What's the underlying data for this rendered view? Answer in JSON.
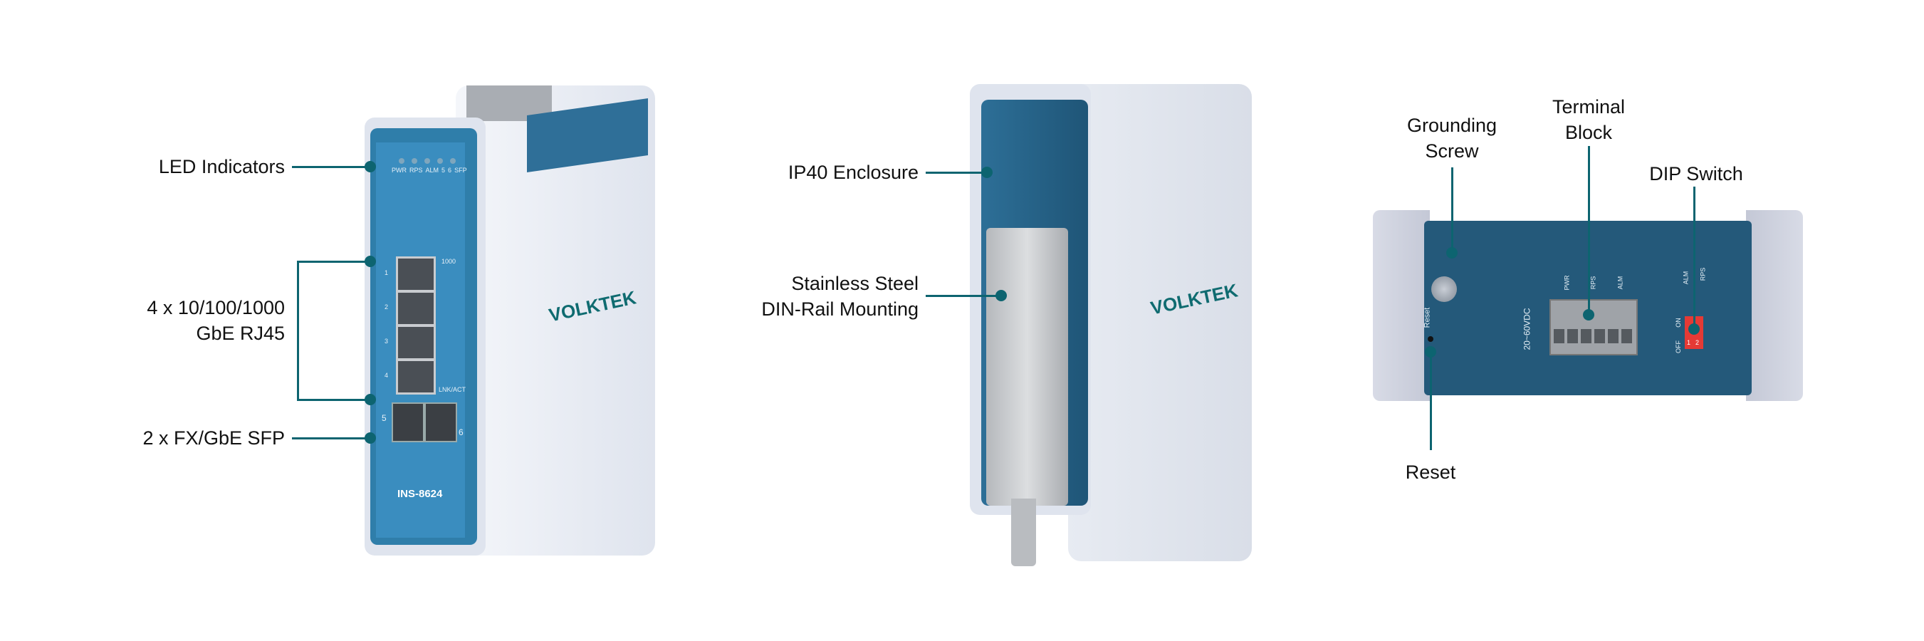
{
  "callouts": {
    "led_indicators": "LED Indicators",
    "rj45_line1": "4 x 10/100/1000",
    "rj45_line2": "GbE RJ45",
    "sfp": "2 x FX/GbE SFP",
    "enclosure": "IP40 Enclosure",
    "din_line1": "Stainless Steel",
    "din_line2": "DIN-Rail Mounting",
    "grounding_line1": "Grounding",
    "grounding_line2": "Screw",
    "terminal_line1": "Terminal",
    "terminal_line2": "Block",
    "dip_switch": "DIP Switch",
    "reset": "Reset"
  },
  "device_front": {
    "brand": "VOLKTEK",
    "model": "INS-8624",
    "leds": [
      "PWR",
      "RPS",
      "ALM",
      "5",
      "6",
      "SFP"
    ],
    "port_numbers": [
      "1",
      "2",
      "3",
      "4"
    ],
    "speed_label": "1000",
    "lnk_label": "LNK/ACT",
    "sfp_numbers": [
      "5",
      "6"
    ]
  },
  "device_back": {
    "brand": "VOLKTEK"
  },
  "device_top": {
    "voltage": "20~60VDC",
    "terminal_labels": [
      "PWR",
      "RPS",
      "ALM"
    ],
    "reset_label": "Reset",
    "dip_labels": [
      "ALM",
      "RPS"
    ],
    "dip_on": "ON",
    "dip_off": "OFF",
    "dip_numbers": [
      "1",
      "2"
    ]
  },
  "colors": {
    "callout": "#0d6470",
    "device_blue": "#2f7eaa",
    "housing": "#e3e7ef"
  }
}
